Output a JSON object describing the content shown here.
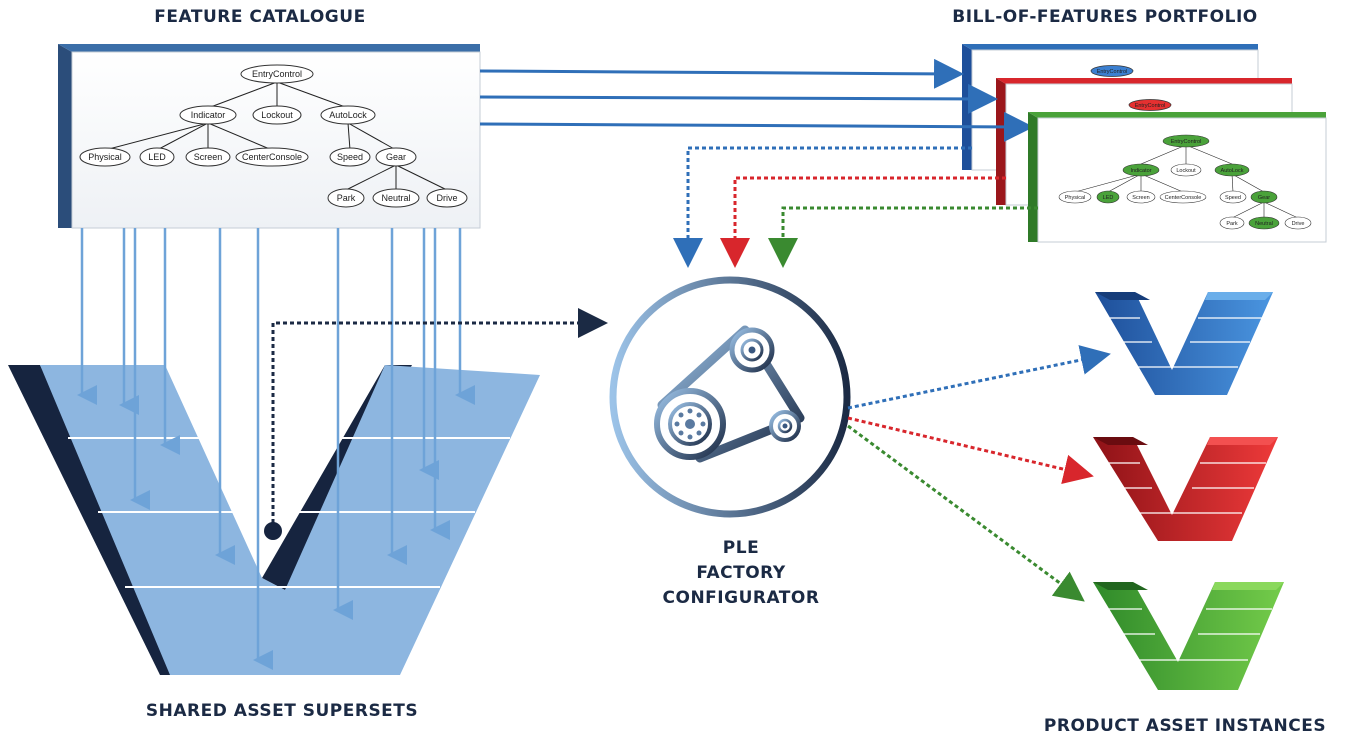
{
  "labels": {
    "feature_catalogue": "FEATURE CATALOGUE",
    "bill_of_features": "BILL-OF-FEATURES PORTFOLIO",
    "shared_assets": "SHARED ASSET SUPERSETS",
    "product_assets": "PRODUCT ASSET INSTANCES",
    "configurator_line1": "PLE",
    "configurator_line2": "FACTORY",
    "configurator_line3": "CONFIGURATOR"
  },
  "feature_tree": {
    "root": "EntryControl",
    "level1": [
      "Indicator",
      "Lockout",
      "AutoLock"
    ],
    "indicator_children": [
      "Physical",
      "LED",
      "Screen",
      "CenterConsole"
    ],
    "autolock_children": [
      "Speed",
      "Gear"
    ],
    "gear_children": [
      "Park",
      "Neutral",
      "Drive"
    ]
  },
  "colors": {
    "blue": "#2f6fb8",
    "red": "#d8262c",
    "green": "#4aa23a",
    "navy": "#1b2a44",
    "light_blue": "#8db6e0"
  }
}
